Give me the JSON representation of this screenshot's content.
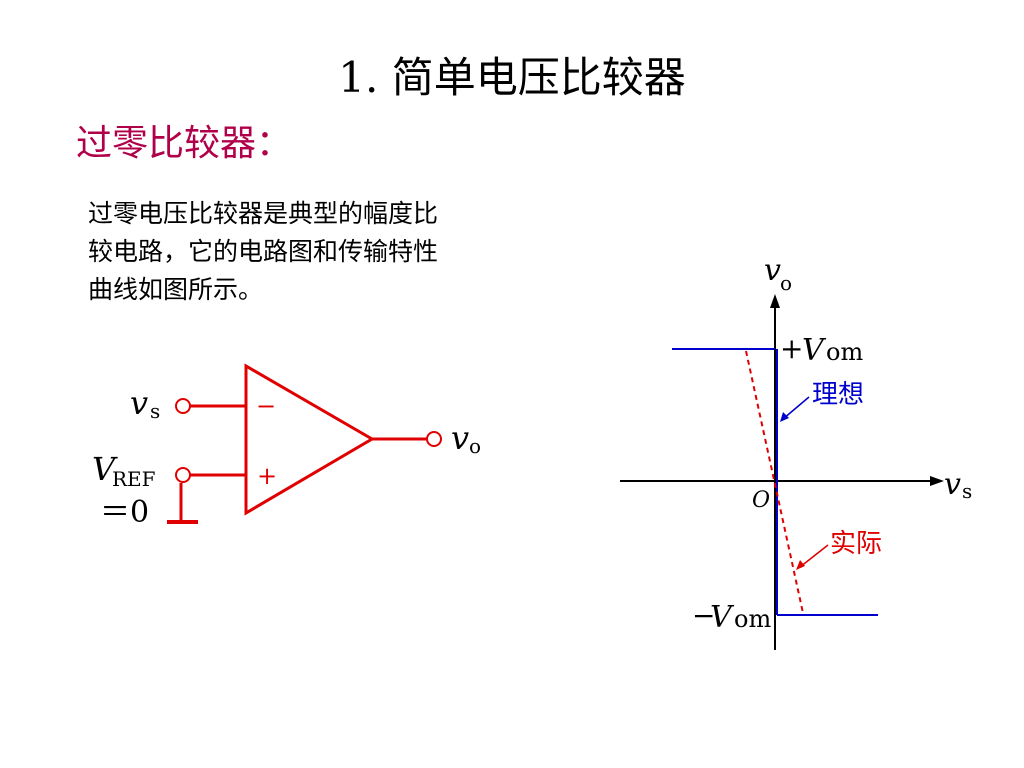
{
  "slide": {
    "title": "1. 简单电压比较器",
    "subtitle": "过零比较器：",
    "paragraph_lines": [
      "过零电压比较器是典型的幅度比",
      "较电路，它的电路图和传输特性",
      "曲线如图所示。"
    ]
  },
  "circuit": {
    "input_s_main": "v",
    "input_s_sub": "s",
    "ref_main": "V",
    "ref_sub": "REF",
    "ref_value": "＝0",
    "minus_sign": "−",
    "plus_sign": "+",
    "output_main": "v",
    "output_sub": "o",
    "color": "#e00000"
  },
  "transfer_curve": {
    "y_axis_main": "v",
    "y_axis_sub": "o",
    "x_axis_main": "v",
    "x_axis_sub": "s",
    "origin": "O",
    "pos_prefix": "+",
    "pos_main": "V",
    "pos_sub": "om",
    "neg_prefix": "−",
    "neg_main": "V",
    "neg_sub": "om",
    "ideal_label": "理想",
    "actual_label": "实际",
    "ideal_color": "#0000cc",
    "actual_color": "#e00000"
  }
}
